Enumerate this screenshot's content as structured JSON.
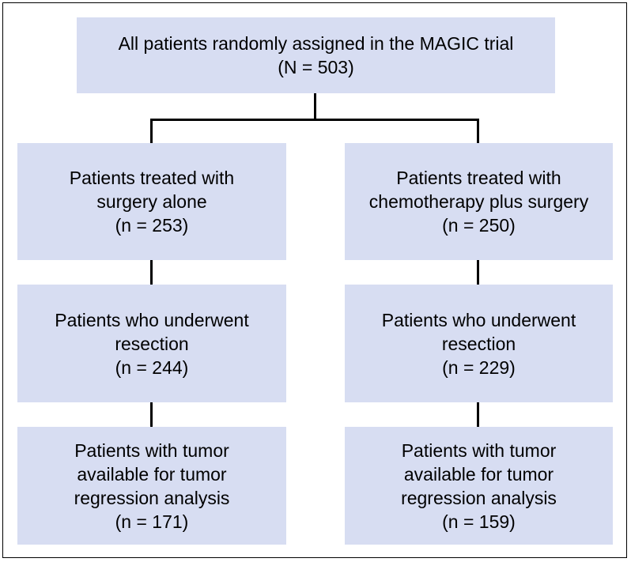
{
  "diagram": {
    "colors": {
      "box_fill": "#d7ddf2",
      "line": "#000000",
      "text": "#000000"
    },
    "top": {
      "line1": "All patients randomly assigned in the MAGIC trial",
      "count": "(N = 503)"
    },
    "left": {
      "treated": {
        "line1": "Patients treated with",
        "line2": "surgery alone",
        "count": "(n = 253)"
      },
      "resection": {
        "line1": "Patients who underwent",
        "line2": "resection",
        "count": "(n = 244)"
      },
      "tumor": {
        "line1": "Patients with tumor",
        "line2": "available for tumor",
        "line3": "regression analysis",
        "count": "(n = 171)"
      }
    },
    "right": {
      "treated": {
        "line1": "Patients treated with",
        "line2": "chemotherapy plus surgery",
        "count": "(n = 250)"
      },
      "resection": {
        "line1": "Patients who underwent",
        "line2": "resection",
        "count": "(n = 229)"
      },
      "tumor": {
        "line1": "Patients with tumor",
        "line2": "available for tumor",
        "line3": "regression analysis",
        "count": "(n = 159)"
      }
    }
  }
}
